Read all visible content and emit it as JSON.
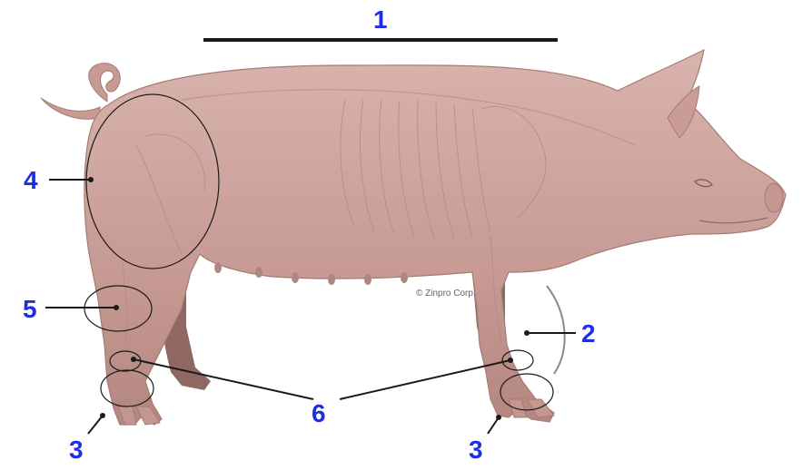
{
  "labels": {
    "l1": "1",
    "l2": "2",
    "l3_left": "3",
    "l3_right": "3",
    "l4": "4",
    "l5": "5",
    "l6": "6"
  },
  "copyright": "© Zinpro Corp.",
  "colors": {
    "label_blue": "#1f2ee0",
    "body": "#c9a09b",
    "body_shadow": "#b08680",
    "outline": "#1a1a1a"
  }
}
